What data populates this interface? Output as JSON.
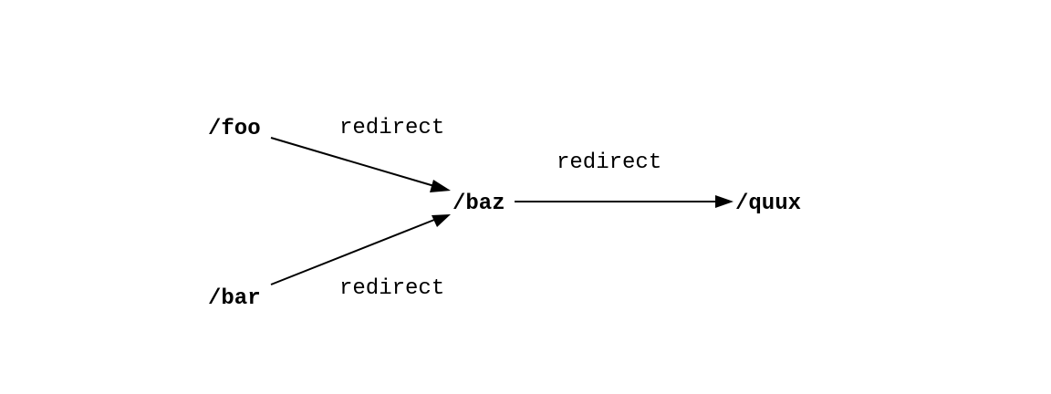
{
  "diagram": {
    "nodes": {
      "foo": "/foo",
      "bar": "/bar",
      "baz": "/baz",
      "quux": "/quux"
    },
    "edges": [
      {
        "from": "/foo",
        "to": "/baz",
        "label": "redirect"
      },
      {
        "from": "/bar",
        "to": "/baz",
        "label": "redirect"
      },
      {
        "from": "/baz",
        "to": "/quux",
        "label": "redirect"
      }
    ],
    "colors": {
      "line": "#000000",
      "text": "#000000",
      "background": "#ffffff"
    }
  }
}
